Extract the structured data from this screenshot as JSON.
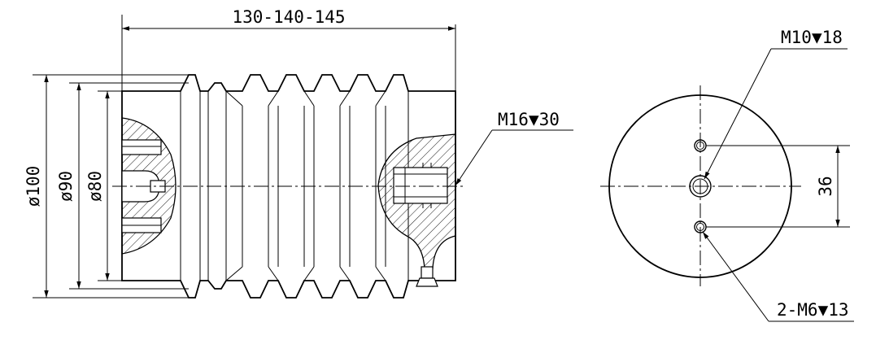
{
  "labels": {
    "length": "130-140-145",
    "dia_outer": "ø100",
    "dia_mid": "ø90",
    "dia_inner": "ø80",
    "thread_end": "M16",
    "thread_end_depth": "30",
    "thread_center": "M10",
    "thread_center_depth": "18",
    "thread_side": "2-M6",
    "thread_side_depth": "13",
    "spacing": "36"
  },
  "symbols": {
    "depth_mark": "▼"
  }
}
